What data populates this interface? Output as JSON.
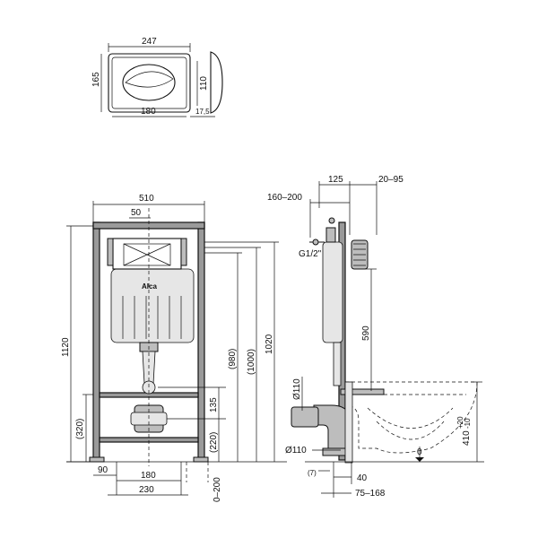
{
  "flush_plate": {
    "width": "247",
    "height": "165",
    "inner_height": "110",
    "inner_width": "180",
    "depth": "17,5"
  },
  "front_view": {
    "width": "510",
    "offset_50": "50",
    "total_height": "1120",
    "h_320": "(320)",
    "h_980": "(980)",
    "h_1000": "(1000)",
    "h_1020": "1020",
    "h_135": "135",
    "h_220": "(220)",
    "h_0_200": "0–200",
    "w_90": "90",
    "w_180": "180",
    "w_230": "230",
    "logo": "Alca"
  },
  "side_view": {
    "d_125": "125",
    "d_20_95": "20–95",
    "d_160_200": "160–200",
    "g_thread": "G1/2\"",
    "h_590": "590",
    "pipe_110_top": "Ø110",
    "pipe_110_bottom": "Ø110",
    "w_7": "(7)",
    "w_40": "40",
    "w_75_168": "75–168",
    "zero": "0",
    "h_410": "410",
    "tol_plus": "+20",
    "tol_minus": "-10"
  }
}
